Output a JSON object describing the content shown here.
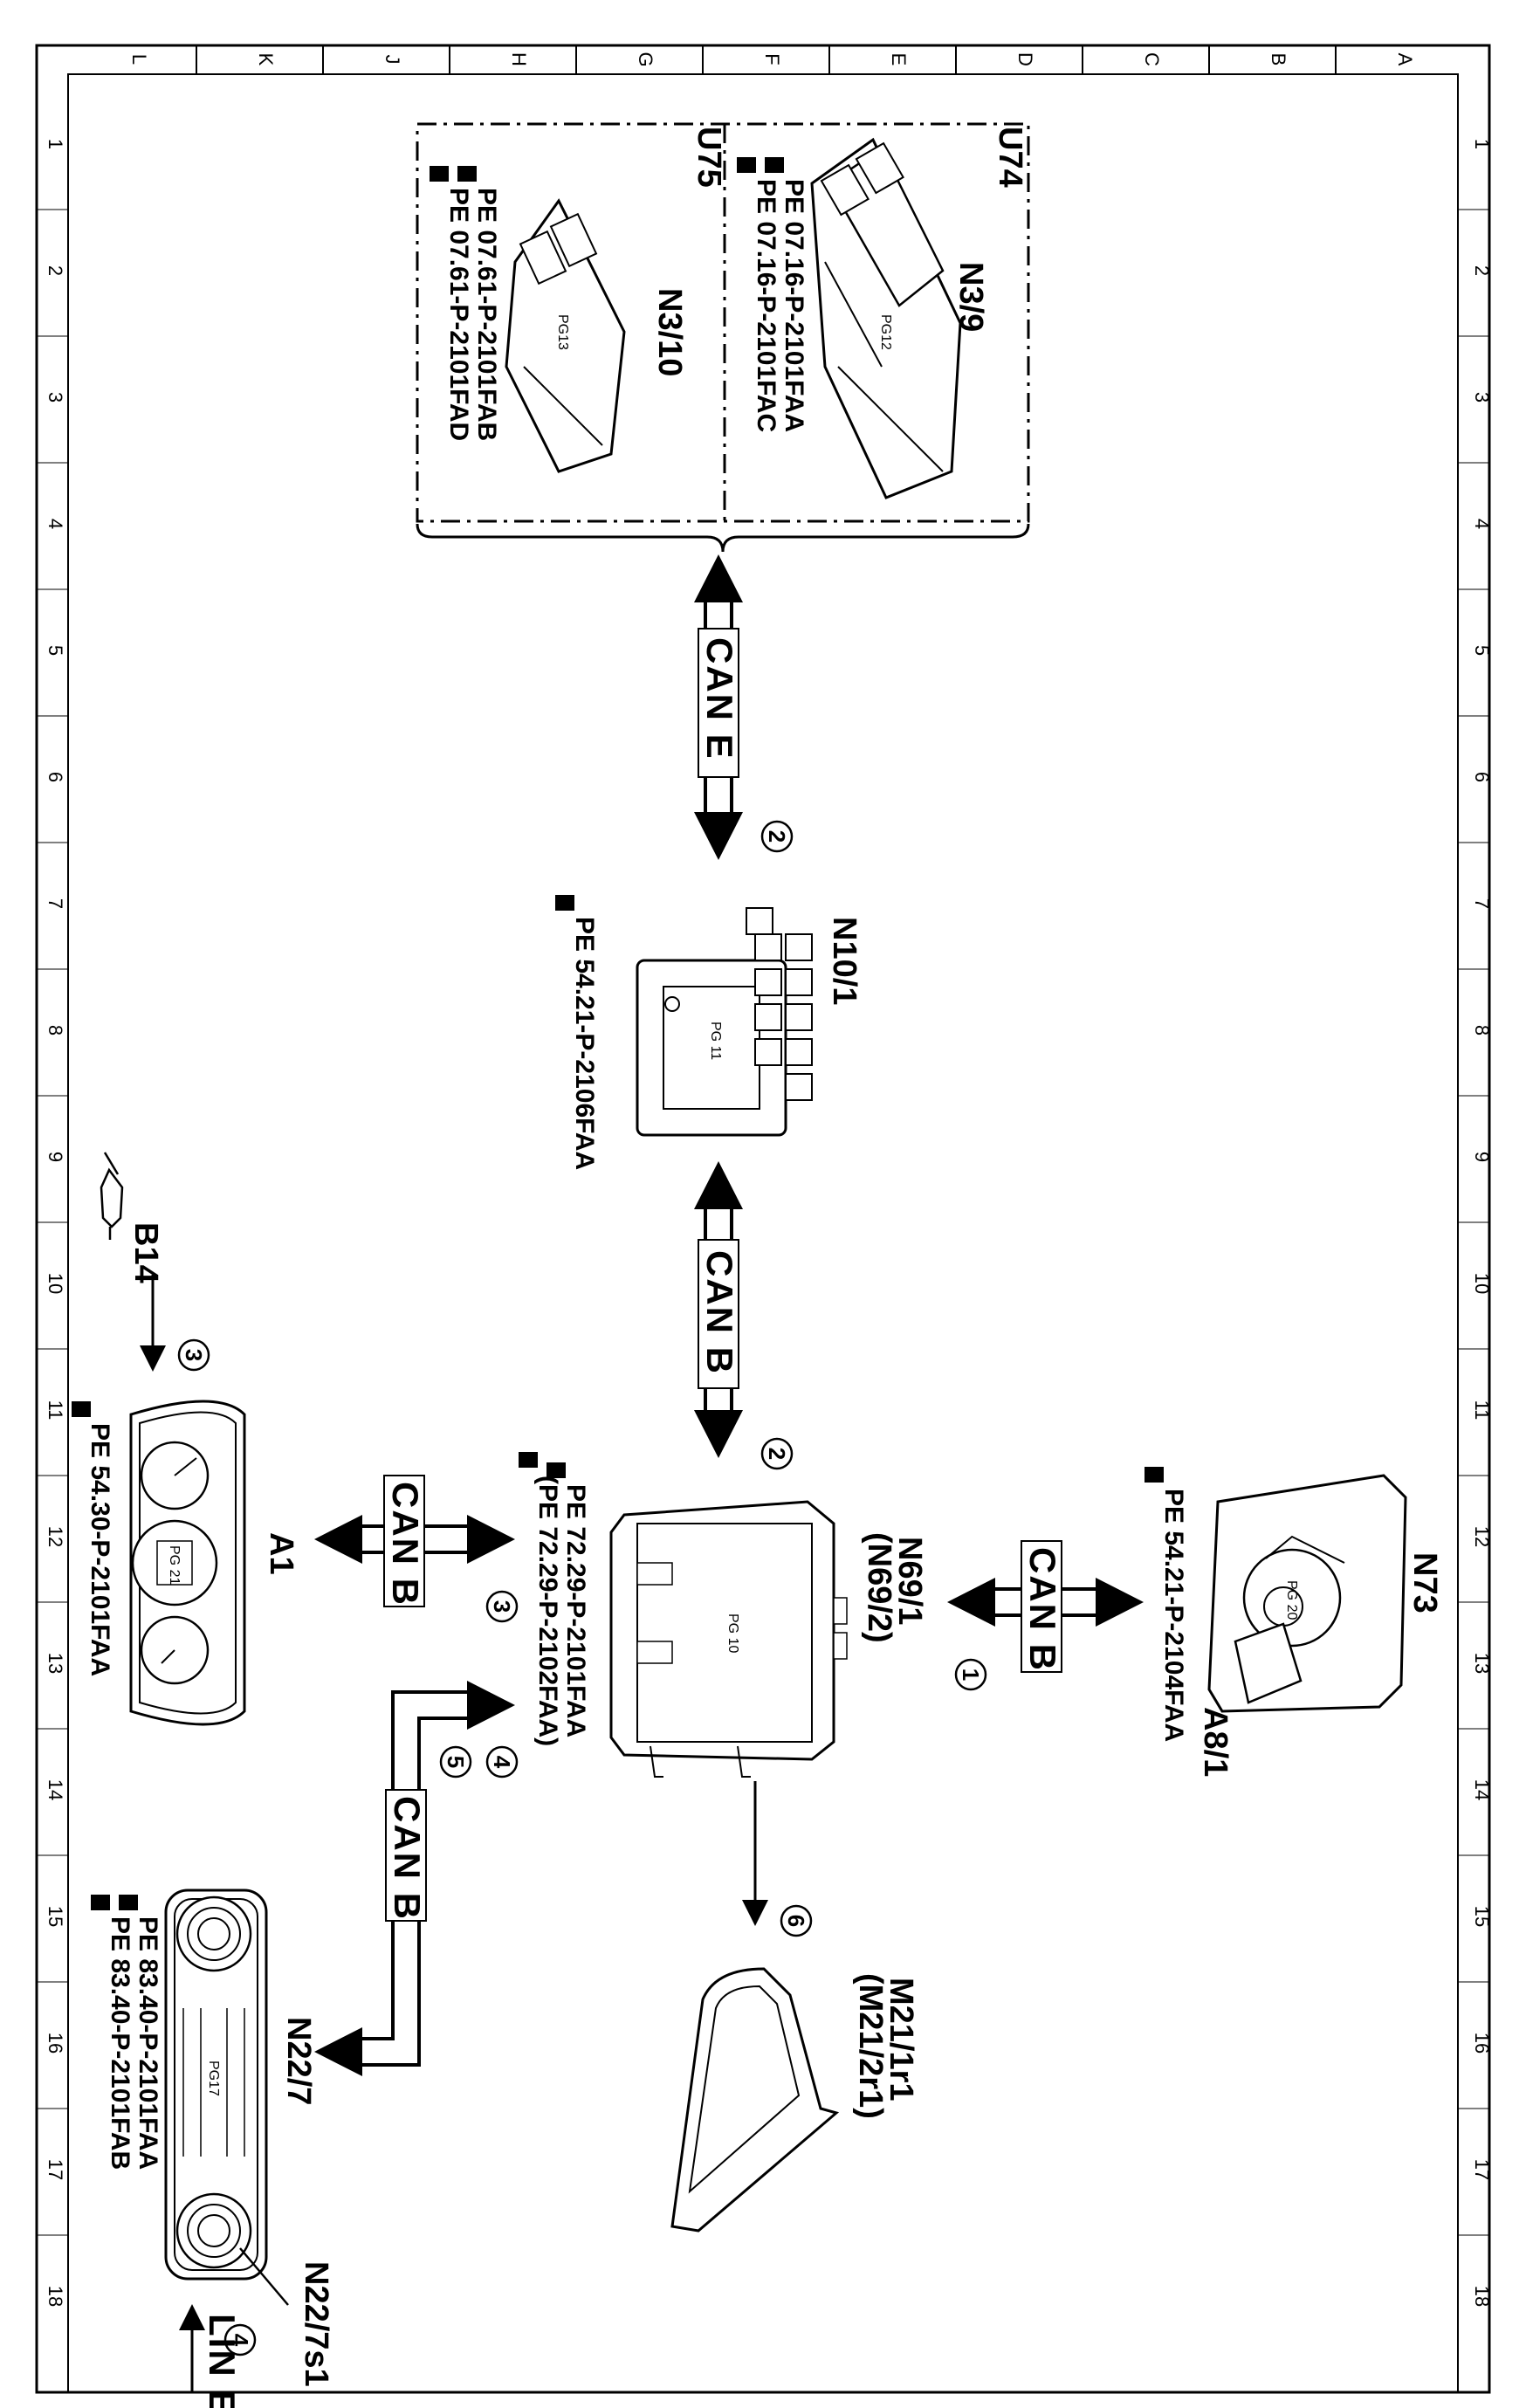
{
  "grid": {
    "columns": [
      "L",
      "K",
      "J",
      "H",
      "G",
      "F",
      "E",
      "D",
      "C",
      "B",
      "A"
    ],
    "rows": [
      "1",
      "2",
      "3",
      "4",
      "5",
      "6",
      "7",
      "8",
      "9",
      "10",
      "11",
      "12",
      "13",
      "14",
      "15",
      "16",
      "17",
      "18"
    ]
  },
  "components": {
    "u74": {
      "label": "U74",
      "sub": "N3/9",
      "pe": [
        "PE 07.16-P-2101FAA",
        "PE 07.16-P-2101FAC"
      ]
    },
    "u75": {
      "label": "U75",
      "sub": "N3/10",
      "pe": [
        "PE 07.61-P-2101FAB",
        "PE 07.61-P-2101FAD"
      ]
    },
    "n10_1": {
      "label": "N10/1",
      "pe": "PE 54.21-P-2106FAA"
    },
    "b14": {
      "label": "B14"
    },
    "a1": {
      "label": "A1",
      "pe": "PE 54.30-P-2101FAA"
    },
    "n69_1": {
      "label": "N69/1",
      "sub": "(N69/2)",
      "pe": [
        "PE 72.29-P-2101FAA",
        "(PE 72.29-P-2102FAA)"
      ]
    },
    "n73": {
      "label": "N73",
      "sub": "A8/1",
      "pe": "PE 54.21-P-2104FAA"
    },
    "n22_7": {
      "label": "N22/7",
      "sub": "N22/7s1",
      "pe": [
        "PE 83.40-P-2101FAA",
        "PE 83.40-P-2101FAB"
      ]
    },
    "m21": {
      "label": "M21/1r1",
      "sub": "(M21/2r1)"
    }
  },
  "buses": {
    "can_e": "CAN E",
    "can_b_1": "CAN B",
    "can_b_2": "CAN B",
    "can_b_3": "CAN B",
    "can_b_4": "CAN B",
    "lin_e": "LIN E"
  },
  "callouts": {
    "c1": "1",
    "c2a": "2",
    "c2b": "2",
    "c3a": "3",
    "c3b": "3",
    "c4a": "4",
    "c4b": "4",
    "c5": "5",
    "c6": "6"
  },
  "pg_marks": {
    "pg12": "PG12",
    "pg13": "PG13",
    "pg11": "PG 11",
    "pg21": "PG 21",
    "pg10": "PG 10",
    "pg20": "PG 20",
    "pg17": "PG17"
  }
}
